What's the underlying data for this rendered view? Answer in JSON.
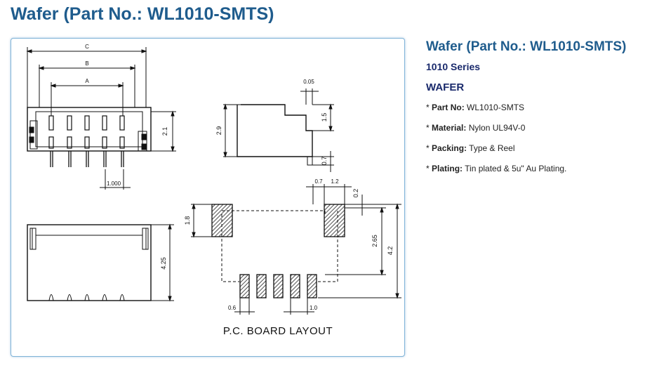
{
  "page": {
    "title": "Wafer (Part No.: WL1010-SMTS)"
  },
  "drawing": {
    "dimensions": {
      "c": "C",
      "b": "B",
      "a": "A",
      "pitch": "1.000",
      "height_21": "2.1",
      "depth_29": "2.9",
      "d_005": "0.05",
      "d_15": "1.5",
      "d_07a": "0.7",
      "d_07b": "0.7",
      "d_12": "1.2",
      "d_02": "0.2",
      "d_18": "1.8",
      "d_265": "2.65",
      "d_42": "4.2",
      "d_425": "4.25",
      "d_06": "0.6",
      "d_10": "1.0"
    },
    "layout_caption": "P.C. BOARD LAYOUT"
  },
  "info": {
    "title": "Wafer (Part No.: WL1010-SMTS)",
    "series": "1010 Series",
    "category": "WAFER",
    "specs": [
      {
        "label": "Part No:",
        "value": "WL1010-SMTS"
      },
      {
        "label": "Material:",
        "value": "Nylon UL94V-0"
      },
      {
        "label": "Packing:",
        "value": "Type & Reel"
      },
      {
        "label": "Plating:",
        "value": "Tin plated & 5u\" Au Plating."
      }
    ],
    "bullet": "*"
  }
}
